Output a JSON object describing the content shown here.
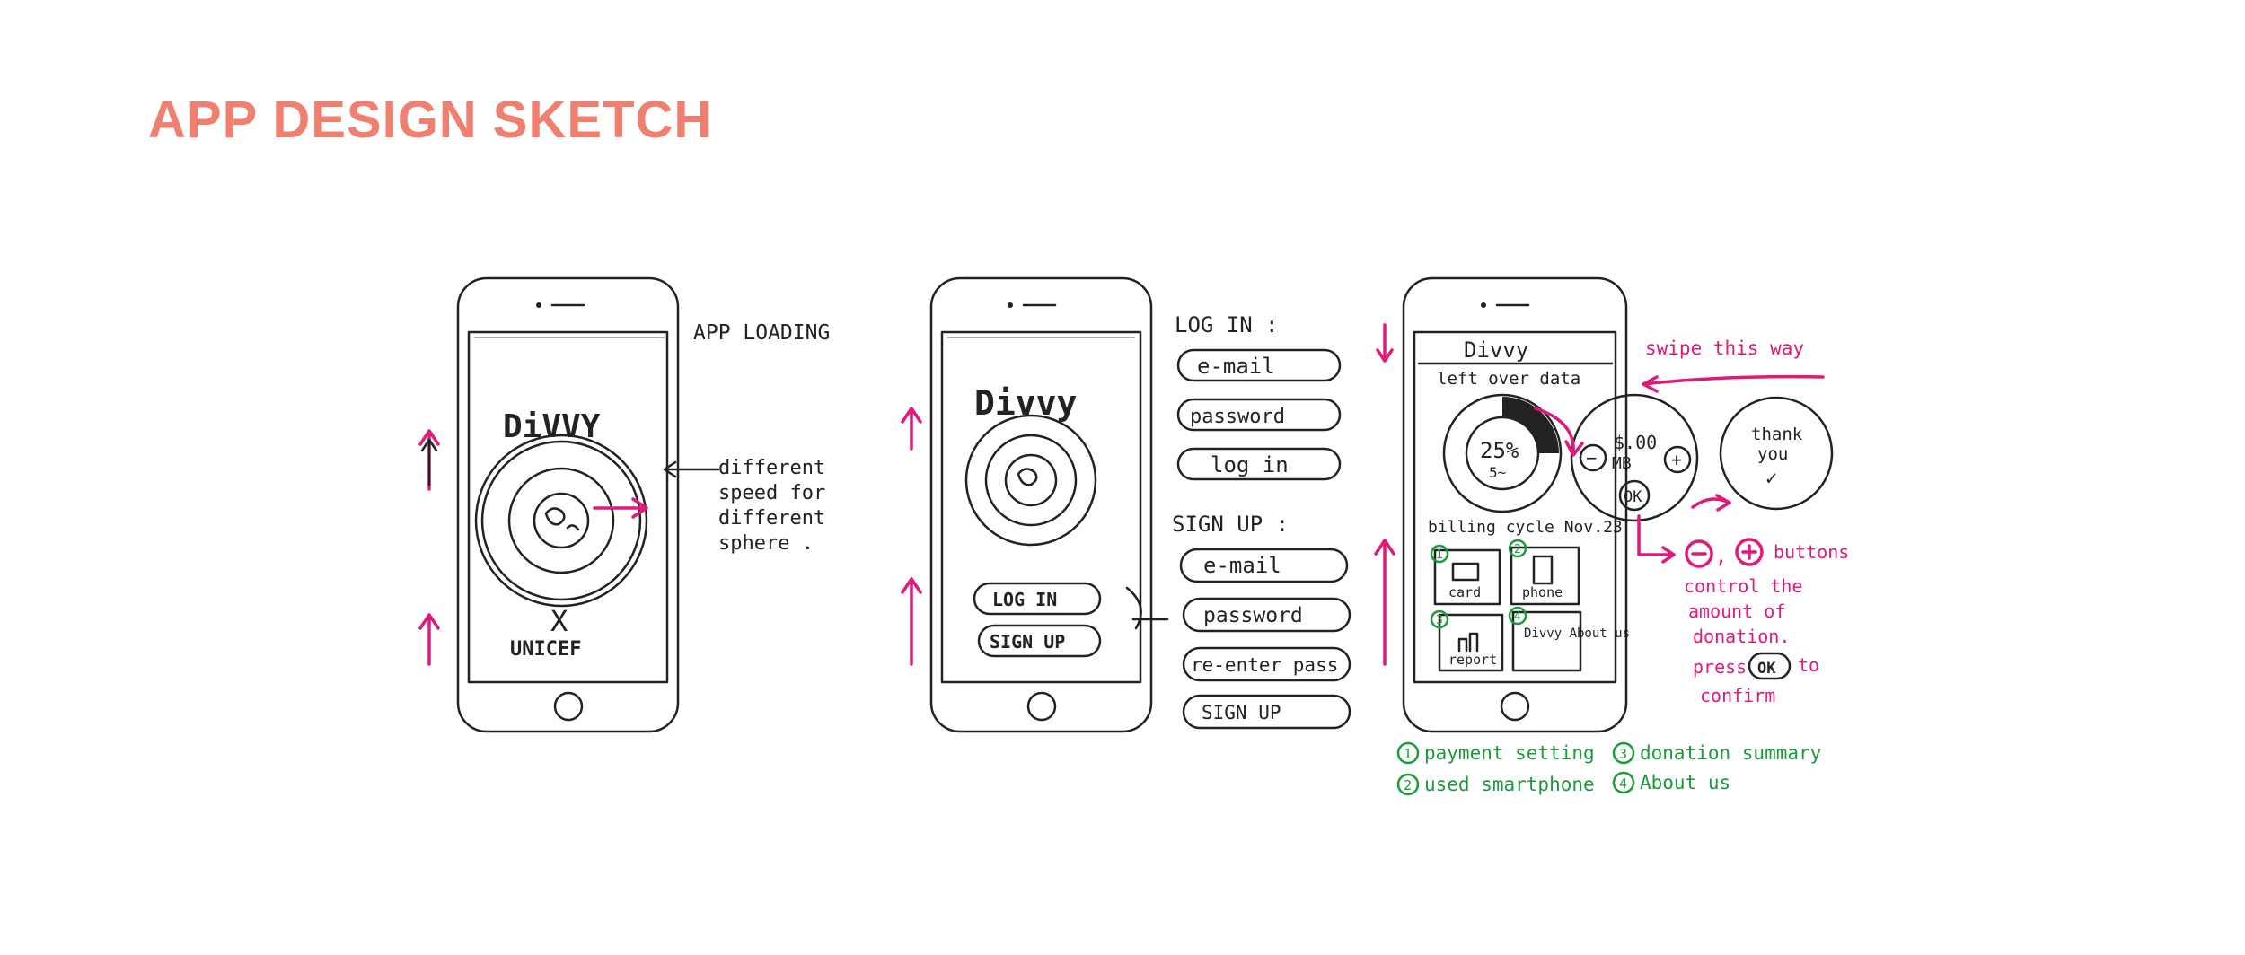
{
  "title": "APP DESIGN SKETCH",
  "screen1": {
    "annotation": "APP LOADING",
    "logo": "DiVVY",
    "cross": "X",
    "partner": "UNICEF",
    "note_lines": [
      "different",
      "speed for",
      "different",
      "sphere ."
    ]
  },
  "screen2": {
    "logo": "Divvy",
    "login_button": "LOG IN",
    "signup_button": "SIGN UP",
    "login_heading": "LOG IN :",
    "login_fields": [
      "e-mail",
      "password",
      "log in"
    ],
    "signup_heading": "SIGN UP :",
    "signup_fields": [
      "e-mail",
      "password",
      "re-enter pass",
      "SIGN UP"
    ]
  },
  "screen3": {
    "app_title": "Divvy",
    "leftover_label": "left over data",
    "percent": "25%",
    "percent_fill": 0.25,
    "percent_sub": "5~",
    "amount": "$.00",
    "unit": "MB",
    "minus": "−",
    "plus": "+",
    "ok": "OK",
    "thank_line1": "thank",
    "thank_line2": "you",
    "thank_check": "✓",
    "billing": "billing cycle Nov.23",
    "tiles": [
      {
        "num": "1",
        "label": "card"
      },
      {
        "num": "2",
        "label": "phone"
      },
      {
        "num": "3",
        "label": "report"
      },
      {
        "num": "4",
        "label": "Divvy About us"
      }
    ],
    "swipe": "swipe this way",
    "buttons_note": "buttons",
    "control_lines": [
      "control the",
      "amount of",
      "donation."
    ],
    "press": "press",
    "press_ok": "OK",
    "press_to": "to",
    "confirm": "confirm"
  },
  "legend": [
    {
      "num": "1",
      "text": "payment setting"
    },
    {
      "num": "2",
      "text": "used smartphone"
    },
    {
      "num": "3",
      "text": "donation summary"
    },
    {
      "num": "4",
      "text": "About us"
    }
  ]
}
